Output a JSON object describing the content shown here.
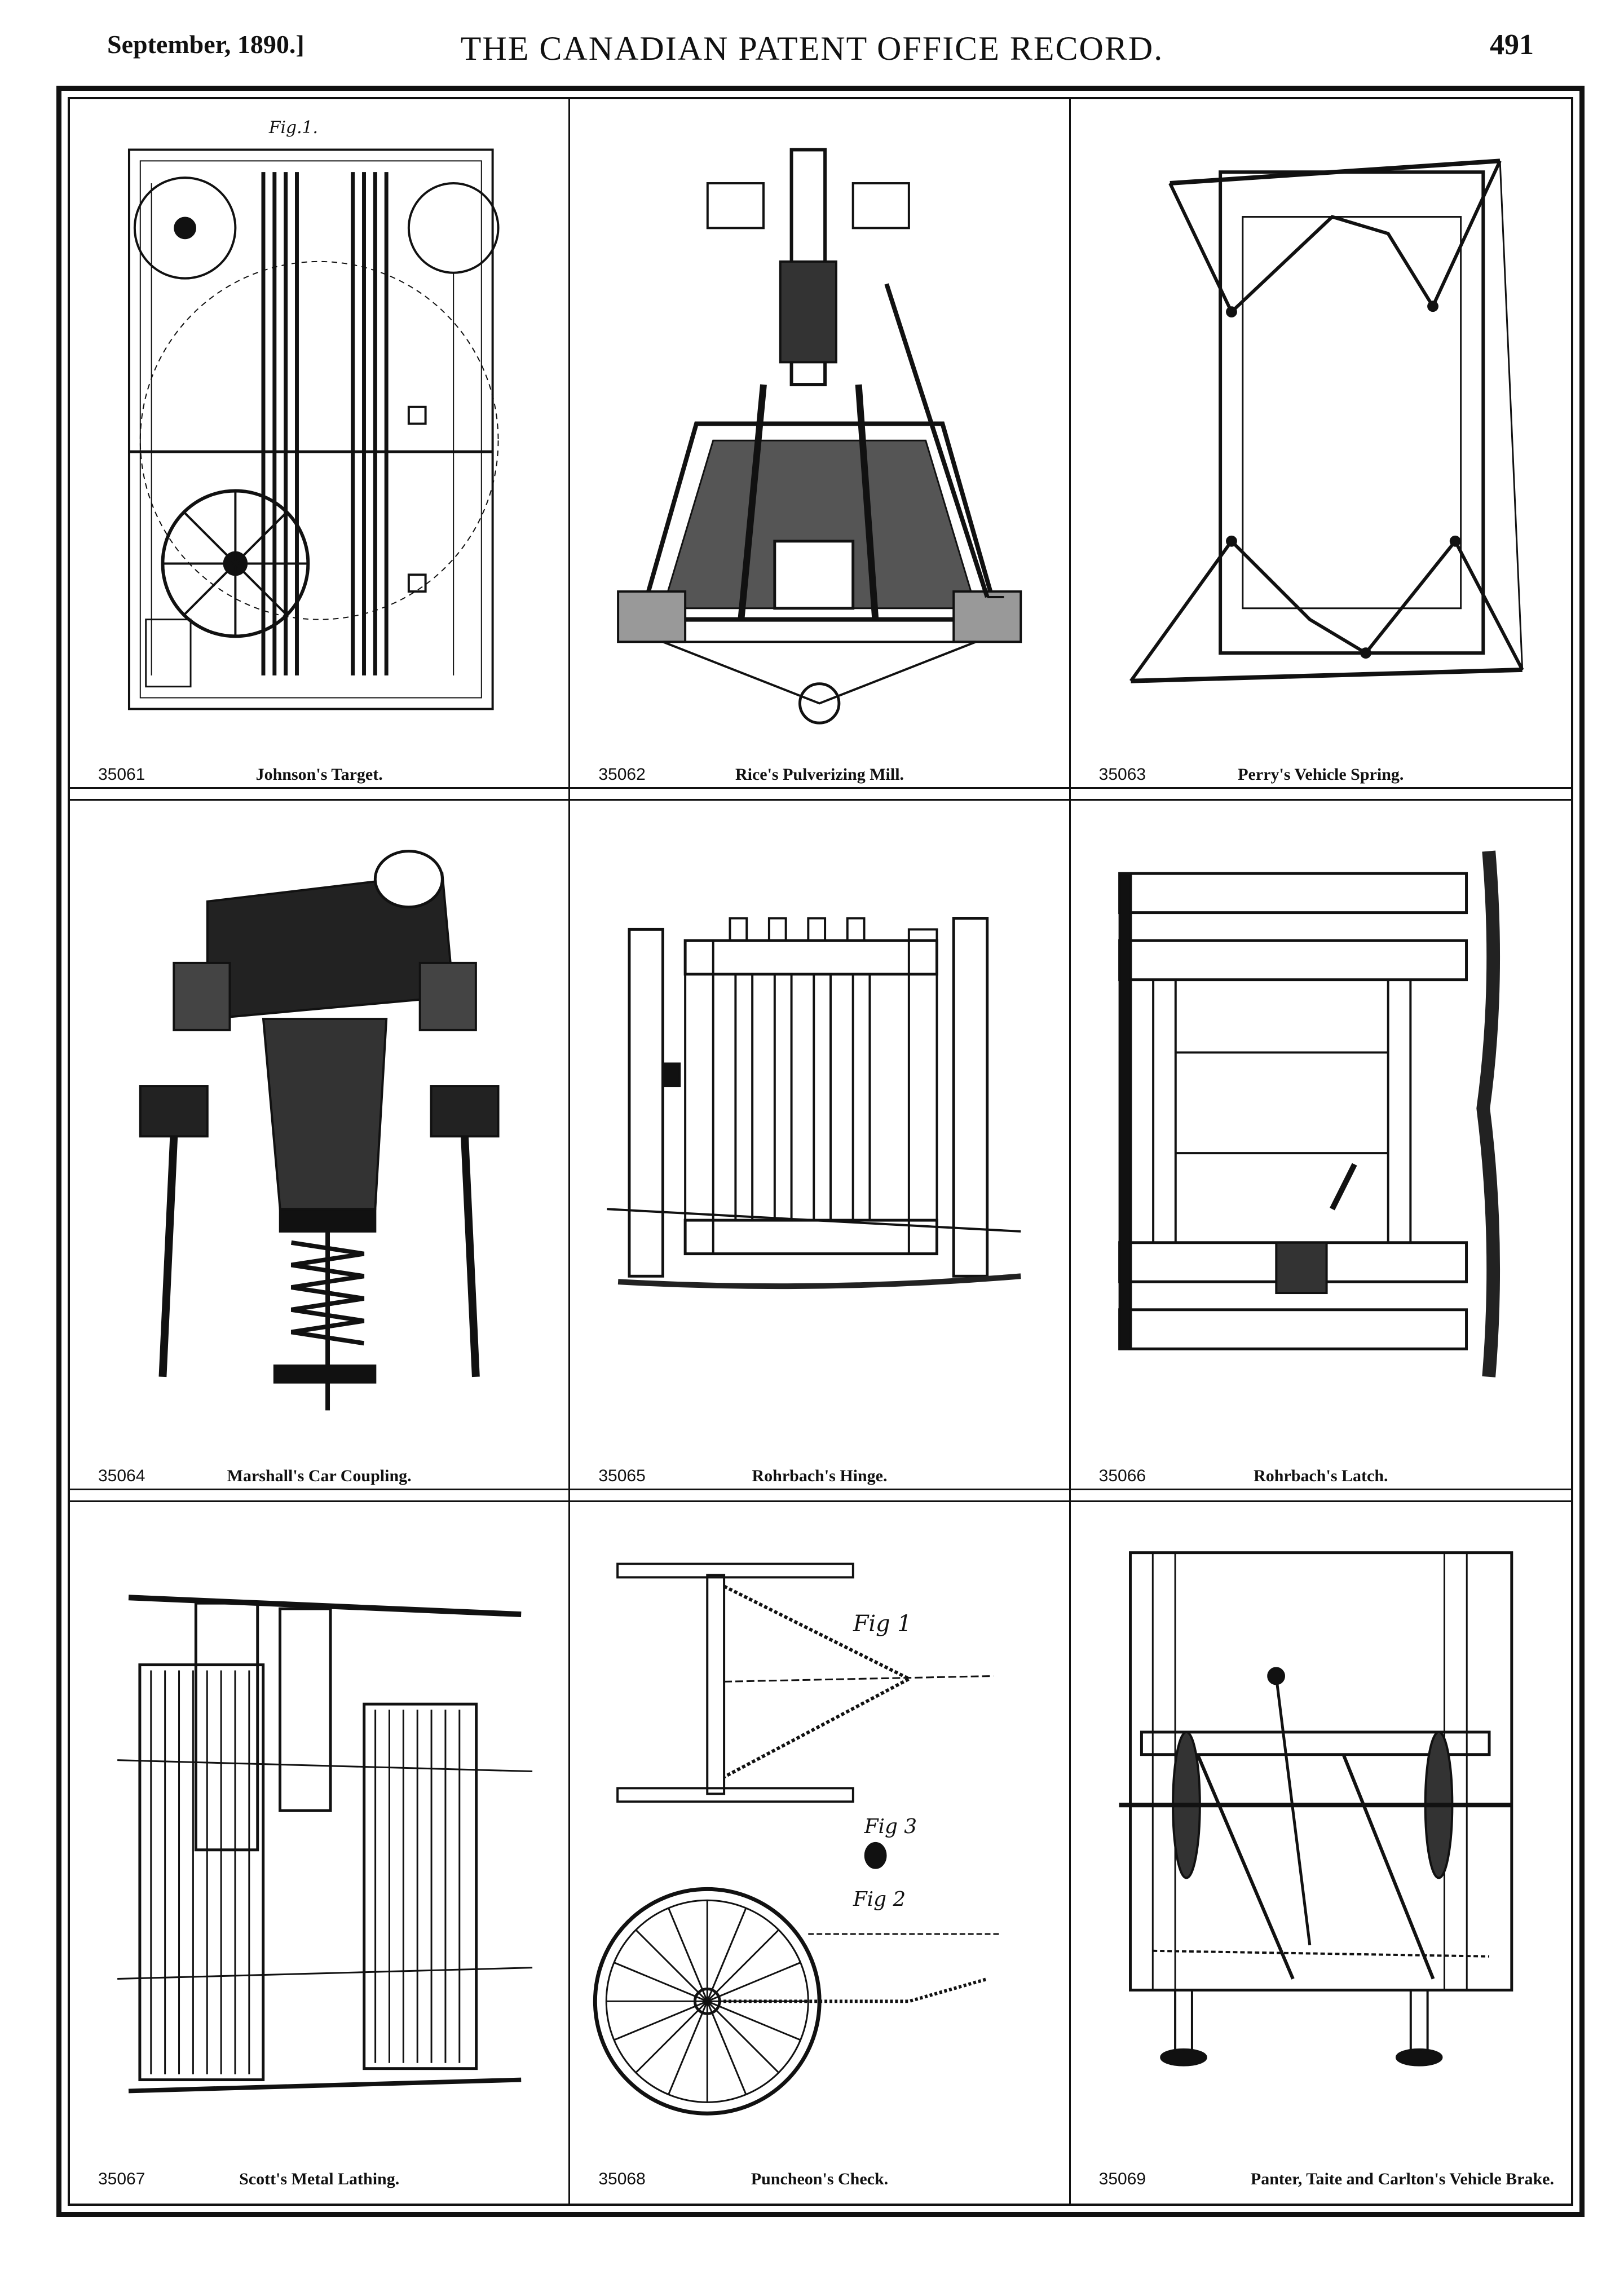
{
  "header": {
    "date": "September, 1890.]",
    "title": "THE CANADIAN PATENT OFFICE RECORD.",
    "page": "491"
  },
  "patents": [
    {
      "number": "35061",
      "title": "Johnson's Target.",
      "fig_label": "Fig.1.",
      "drawing": "target-apparatus"
    },
    {
      "number": "35062",
      "title": "Rice's Pulverizing Mill.",
      "drawing": "pulverizing-mill"
    },
    {
      "number": "35063",
      "title": "Perry's Vehicle Spring.",
      "drawing": "vehicle-spring"
    },
    {
      "number": "35064",
      "title": "Marshall's Car Coupling.",
      "drawing": "car-coupling"
    },
    {
      "number": "35065",
      "title": "Rohrbach's Hinge.",
      "drawing": "gate-hinge"
    },
    {
      "number": "35066",
      "title": "Rohrbach's Latch.",
      "drawing": "gate-latch"
    },
    {
      "number": "35067",
      "title": "Scott's Metal Lathing.",
      "drawing": "metal-lathing"
    },
    {
      "number": "35068",
      "title": "Puncheon's Check.",
      "fig_labels": [
        "Fig 1",
        "Fig 3",
        "Fig 2"
      ],
      "drawing": "wheel-check"
    },
    {
      "number": "35069",
      "title": "Panter, Taite and Carlton's Vehicle Brake.",
      "drawing": "vehicle-brake"
    }
  ]
}
